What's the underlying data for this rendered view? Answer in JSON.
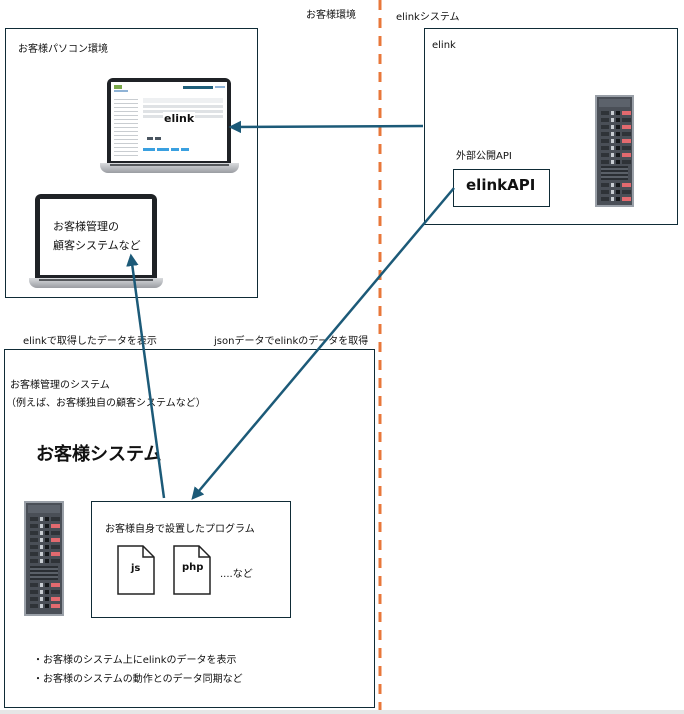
{
  "divider": {
    "left_label": "お客様環境",
    "right_label": "elinkシステム",
    "color": "#e8773a"
  },
  "customer_pc": {
    "title": "お客様パソコン環境",
    "laptop1_label": "elink",
    "laptop2_lines": [
      "お客様管理の",
      "顧客システムなど"
    ]
  },
  "elink_system": {
    "title": "elink",
    "api_caption": "外部公開API",
    "api_box_label": "elinkAPI"
  },
  "arrows": {
    "display_label": "elinkで取得したデータを表示",
    "fetch_label": "jsonデータでelinkのデータを取得",
    "color": "#1c5a78"
  },
  "customer_system": {
    "title": "お客様管理のシステム",
    "subtitle": "（例えば、お客様独自の顧客システムなど）",
    "heading": "お客様システム",
    "program_box_title": "お客様自身で設置したプログラム",
    "files": [
      "js",
      "php"
    ],
    "etc_label": "....など",
    "bullets": [
      "・お客様のシステム上にelinkのデータを表示",
      "・お客様のシステムの動作とのデータ同期など"
    ]
  }
}
